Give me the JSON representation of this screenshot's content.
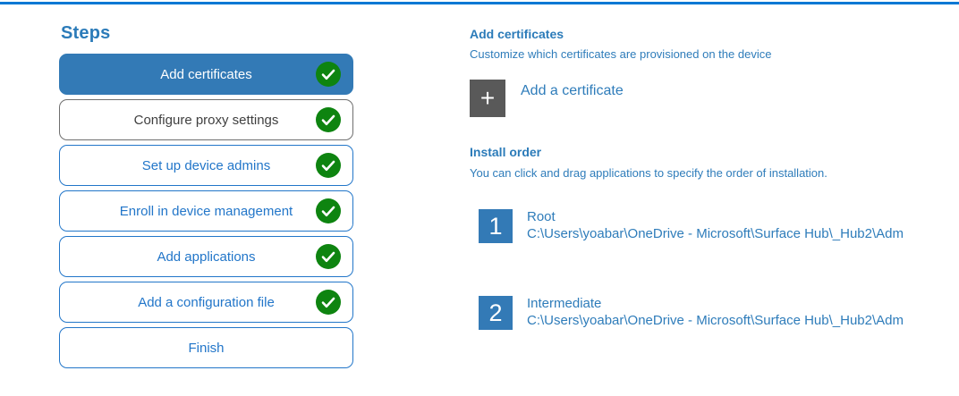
{
  "colors": {
    "top_accent": "#0078d4",
    "heading_blue": "#2b7bb9",
    "body_blue": "#2e7cba",
    "step_selected_bg": "#337ab6",
    "step_border_blue": "#2276c9",
    "step_text_blue": "#2276c9",
    "check_green": "#0e8410",
    "add_square_gray": "#595959",
    "number_square_blue": "#337ab6"
  },
  "sidebar": {
    "title": "Steps",
    "steps": [
      {
        "label": "Add certificates",
        "state": "selected",
        "completed": true
      },
      {
        "label": "Configure proxy settings",
        "state": "hover",
        "completed": true
      },
      {
        "label": "Set up device admins",
        "state": "normal",
        "completed": true
      },
      {
        "label": "Enroll in device management",
        "state": "normal",
        "completed": true
      },
      {
        "label": "Add applications",
        "state": "normal",
        "completed": true
      },
      {
        "label": "Add a configuration file",
        "state": "normal",
        "completed": true
      },
      {
        "label": "Finish",
        "state": "normal",
        "completed": false
      }
    ]
  },
  "main": {
    "section_title": "Add certificates",
    "section_subtitle": "Customize which certificates are provisioned on the device",
    "add_certificate": {
      "icon": "plus-icon",
      "plus_glyph": "+",
      "label": "Add a certificate"
    },
    "install_order": {
      "title": "Install order",
      "description": "You can click and drag applications to specify the order of installation.",
      "items": [
        {
          "number": "1",
          "name": "Root",
          "path": "C:\\Users\\yoabar\\OneDrive - Microsoft\\Surface Hub\\_Hub2\\Adm"
        },
        {
          "number": "2",
          "name": "Intermediate",
          "path": "C:\\Users\\yoabar\\OneDrive - Microsoft\\Surface Hub\\_Hub2\\Adm"
        }
      ]
    }
  }
}
